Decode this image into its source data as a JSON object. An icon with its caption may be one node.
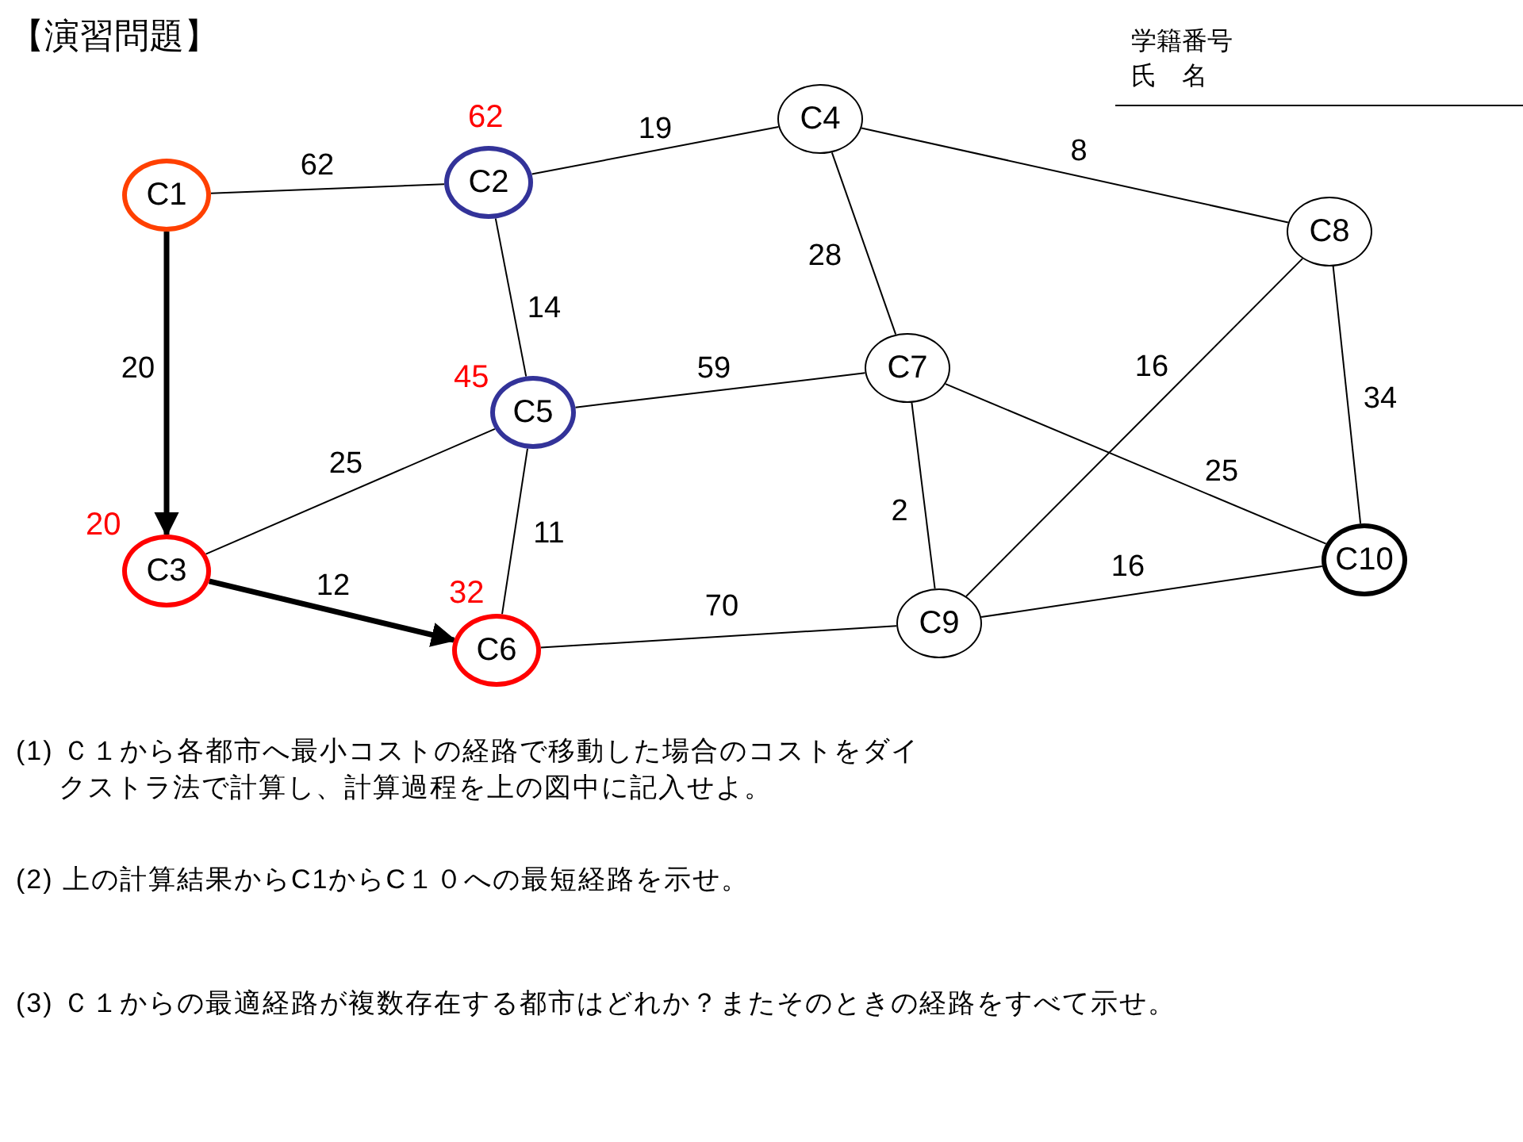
{
  "diagram": {
    "title": "【演習問題】",
    "nodes": [
      {
        "text": [
          "C1"
        ]
      },
      {
        "text": [
          "C2"
        ],
        "beside": [
          "62"
        ]
      },
      {
        "text": [
          "C3"
        ],
        "beside": [
          "20"
        ]
      },
      {
        "text": [
          "C4"
        ]
      },
      {
        "text": [
          "C5"
        ],
        "beside": [
          "45"
        ]
      },
      {
        "text": [
          "C6"
        ],
        "beside": [
          "32"
        ]
      },
      {
        "text": [
          "C7"
        ]
      },
      {
        "text": [
          "C8"
        ]
      },
      {
        "text": [
          "C9"
        ]
      },
      {
        "text": [
          "C10"
        ]
      }
    ],
    "edges": [
      {
        "from": 0,
        "to": 1,
        "arrow": "none",
        "label": "62"
      },
      {
        "from": 0,
        "to": 2,
        "arrow": "to",
        "label": "20",
        "style": "thick"
      },
      {
        "from": 1,
        "to": 3,
        "arrow": "none",
        "label": "19"
      },
      {
        "from": 1,
        "to": 4,
        "arrow": "none",
        "label": "14"
      },
      {
        "from": 2,
        "to": 4,
        "arrow": "none",
        "label": "25"
      },
      {
        "from": 2,
        "to": 5,
        "arrow": "to",
        "label": "12",
        "style": "thick"
      },
      {
        "from": 4,
        "to": 5,
        "arrow": "none",
        "label": "11"
      },
      {
        "from": 4,
        "to": 6,
        "arrow": "none",
        "label": "59"
      },
      {
        "from": 3,
        "to": 6,
        "arrow": "none",
        "label": "28"
      },
      {
        "from": 3,
        "to": 7,
        "arrow": "none",
        "label": "8"
      },
      {
        "from": 6,
        "to": 8,
        "arrow": "none",
        "label": "2"
      },
      {
        "from": 6,
        "to": 9,
        "arrow": "none",
        "label": "25"
      },
      {
        "from": 7,
        "to": 8,
        "arrow": "none",
        "label": "16"
      },
      {
        "from": 7,
        "to": 9,
        "arrow": "none",
        "label": "34"
      },
      {
        "from": 5,
        "to": 8,
        "arrow": "none",
        "label": "70"
      },
      {
        "from": 8,
        "to": 9,
        "arrow": "none",
        "label": "16"
      }
    ],
    "labels": [
      "学籍番号",
      "氏　名",
      "(1) Ｃ１から各都市へ最小コストの経路で移動した場合のコストをダイクストラ法で計算し、計算過程を上の図中に記入せよ。",
      "(2) 上の計算結果からC1からC１０への最短経路を示せ。",
      "(3) Ｃ１からの最適経路が複数存在する都市はどれか？またそのときの経路をすべて示せ。"
    ]
  }
}
